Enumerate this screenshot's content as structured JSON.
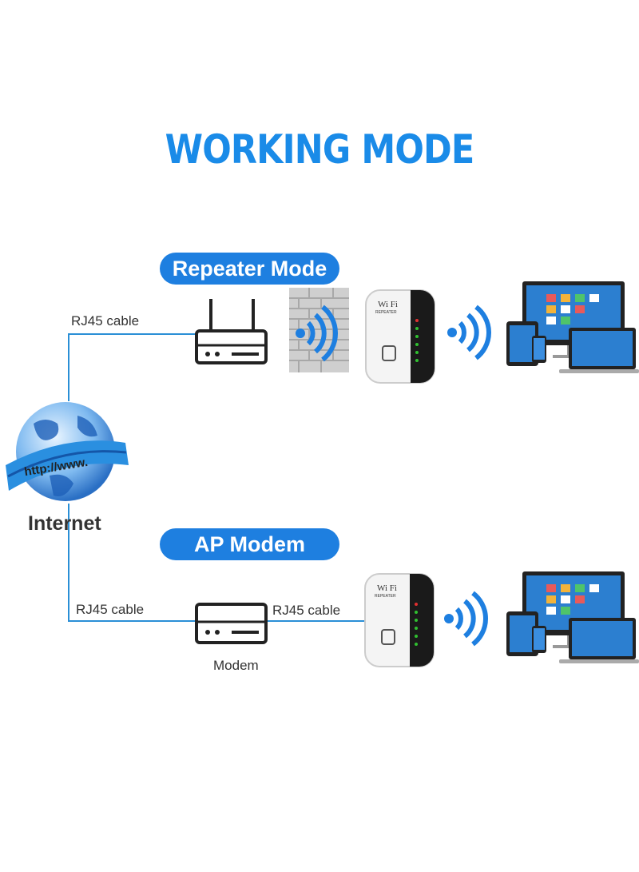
{
  "title": "WORKING MODE",
  "sections": [
    {
      "label": "Repeater Mode",
      "cable_label": "RJ45 cable"
    },
    {
      "label": "AP Modem",
      "cable_label_left": "RJ45 cable",
      "cable_label_right": "RJ45 cable",
      "device_label": "Modem"
    }
  ],
  "internet": {
    "label": "Internet",
    "globe_text": "http://www."
  },
  "repeater": {
    "brand": "Wi Fi",
    "model": "REPEATER"
  },
  "colors": {
    "accent": "#1e7fe0",
    "title": "#1a8be8",
    "line": "#2a8fd6",
    "text": "#333333"
  },
  "icons": [
    "globe-icon",
    "router-icon",
    "brick-wall-icon",
    "wifi-signal-icon",
    "wifi-repeater-icon",
    "devices-icon",
    "modem-icon"
  ]
}
